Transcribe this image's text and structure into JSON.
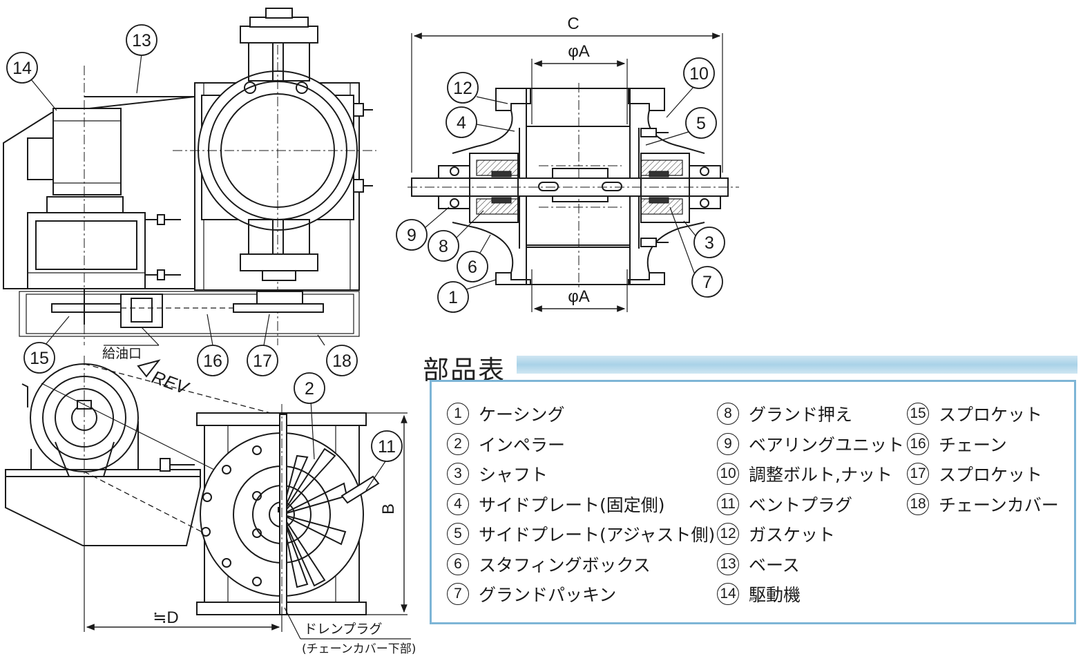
{
  "dimensions": {
    "c": "C",
    "phi_a_top": "φA",
    "phi_a_bottom": "φA",
    "b": "B",
    "d": "≒D"
  },
  "labels": {
    "oil_inlet": "給油口",
    "rev": "REV",
    "drain_plug": "ドレンプラグ",
    "drain_plug_note": "(チェーンカバー下部)"
  },
  "callouts": {
    "c1": "1",
    "c2": "2",
    "c3": "3",
    "c4": "4",
    "c5": "5",
    "c6": "6",
    "c7": "7",
    "c8": "8",
    "c9": "9",
    "c10": "10",
    "c11": "11",
    "c12": "12",
    "c13": "13",
    "c14": "14",
    "c15": "15",
    "c16": "16",
    "c17": "17",
    "c18": "18"
  },
  "parts_table": {
    "title": "部品表",
    "items": [
      {
        "num": "1",
        "name": "ケーシング"
      },
      {
        "num": "2",
        "name": "インペラー"
      },
      {
        "num": "3",
        "name": "シャフト"
      },
      {
        "num": "4",
        "name": "サイドプレート(固定側)"
      },
      {
        "num": "5",
        "name": "サイドプレート(アジャスト側)"
      },
      {
        "num": "6",
        "name": "スタフィングボックス"
      },
      {
        "num": "7",
        "name": "グランドパッキン"
      },
      {
        "num": "8",
        "name": "グランド押え"
      },
      {
        "num": "9",
        "name": "ベアリングユニット"
      },
      {
        "num": "10",
        "name": "調整ボルト,ナット"
      },
      {
        "num": "11",
        "name": "ベントプラグ"
      },
      {
        "num": "12",
        "name": "ガスケット"
      },
      {
        "num": "13",
        "name": "ベース"
      },
      {
        "num": "14",
        "name": "駆動機"
      },
      {
        "num": "15",
        "name": "スプロケット"
      },
      {
        "num": "16",
        "name": "チェーン"
      },
      {
        "num": "17",
        "name": "スプロケット"
      },
      {
        "num": "18",
        "name": "チェーンカバー"
      }
    ]
  }
}
